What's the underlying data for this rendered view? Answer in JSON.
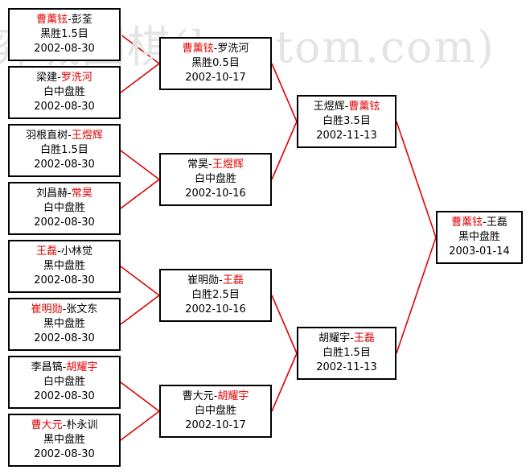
{
  "watermark": "弈城围棋(hoetom.com)",
  "colors": {
    "line": "#e00000",
    "winner": "#e00000",
    "text": "#000000"
  },
  "matches": [
    {
      "id": "r1-1",
      "p1": "曹薰铉",
      "p2": "彭荃",
      "winner": 1,
      "result": "黑胜1.5目",
      "date": "2002-08-30"
    },
    {
      "id": "r1-2",
      "p1": "梁建",
      "p2": "罗洗河",
      "winner": 2,
      "result": "白中盘胜",
      "date": "2002-08-30"
    },
    {
      "id": "r1-3",
      "p1": "羽根直树",
      "p2": "王煜辉",
      "winner": 2,
      "result": "白胜1.5目",
      "date": "2002-08-30"
    },
    {
      "id": "r1-4",
      "p1": "刘昌赫",
      "p2": "常昊",
      "winner": 2,
      "result": "白中盘胜",
      "date": "2002-08-30"
    },
    {
      "id": "r1-5",
      "p1": "王磊",
      "p2": "小林觉",
      "winner": 1,
      "result": "黑中盘胜",
      "date": "2002-08-30"
    },
    {
      "id": "r1-6",
      "p1": "崔明勋",
      "p2": "张文东",
      "winner": 1,
      "result": "黑中盘胜",
      "date": "2002-08-30"
    },
    {
      "id": "r1-7",
      "p1": "李昌镐",
      "p2": "胡耀宇",
      "winner": 2,
      "result": "白中盘胜",
      "date": "2002-08-30"
    },
    {
      "id": "r1-8",
      "p1": "曹大元",
      "p2": "朴永训",
      "winner": 1,
      "result": "黑中盘胜",
      "date": "2002-08-30"
    },
    {
      "id": "r2-1",
      "p1": "曹薰铉",
      "p2": "罗洗河",
      "winner": 1,
      "result": "黑胜0.5目",
      "date": "2002-10-17"
    },
    {
      "id": "r2-2",
      "p1": "常昊",
      "p2": "王煜辉",
      "winner": 2,
      "result": "白中盘胜",
      "date": "2002-10-16"
    },
    {
      "id": "r2-3",
      "p1": "崔明勋",
      "p2": "王磊",
      "winner": 2,
      "result": "白胜2.5目",
      "date": "2002-10-16"
    },
    {
      "id": "r2-4",
      "p1": "曹大元",
      "p2": "胡耀宇",
      "winner": 2,
      "result": "白中盘胜",
      "date": "2002-10-17"
    },
    {
      "id": "r3-1",
      "p1": "王煜辉",
      "p2": "曹薰铉",
      "winner": 2,
      "result": "白胜3.5目",
      "date": "2002-11-13"
    },
    {
      "id": "r3-2",
      "p1": "胡耀宇",
      "p2": "王磊",
      "winner": 2,
      "result": "白胜1.5目",
      "date": "2002-11-13"
    },
    {
      "id": "final",
      "p1": "曹薰铉",
      "p2": "王磊",
      "winner": 1,
      "result": "黑中盘胜",
      "date": "2003-01-14"
    }
  ]
}
